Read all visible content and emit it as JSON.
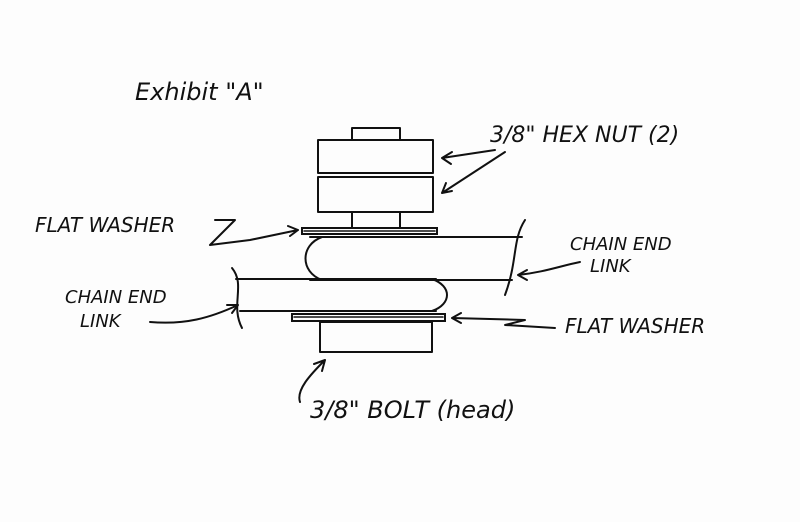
{
  "title": "Exhibit \"A\"",
  "labels": {
    "hex_nut": "3/8\" HEX NUT (2)",
    "flat_washer_top": "FLAT WASHER",
    "chain_end_link_right_1": "CHAIN END",
    "chain_end_link_right_2": "LINK",
    "chain_end_link_left_1": "CHAIN END",
    "chain_end_link_left_2": "LINK",
    "flat_washer_bottom": "FLAT WASHER",
    "bolt_head": "3/8\" BOLT (head)"
  }
}
